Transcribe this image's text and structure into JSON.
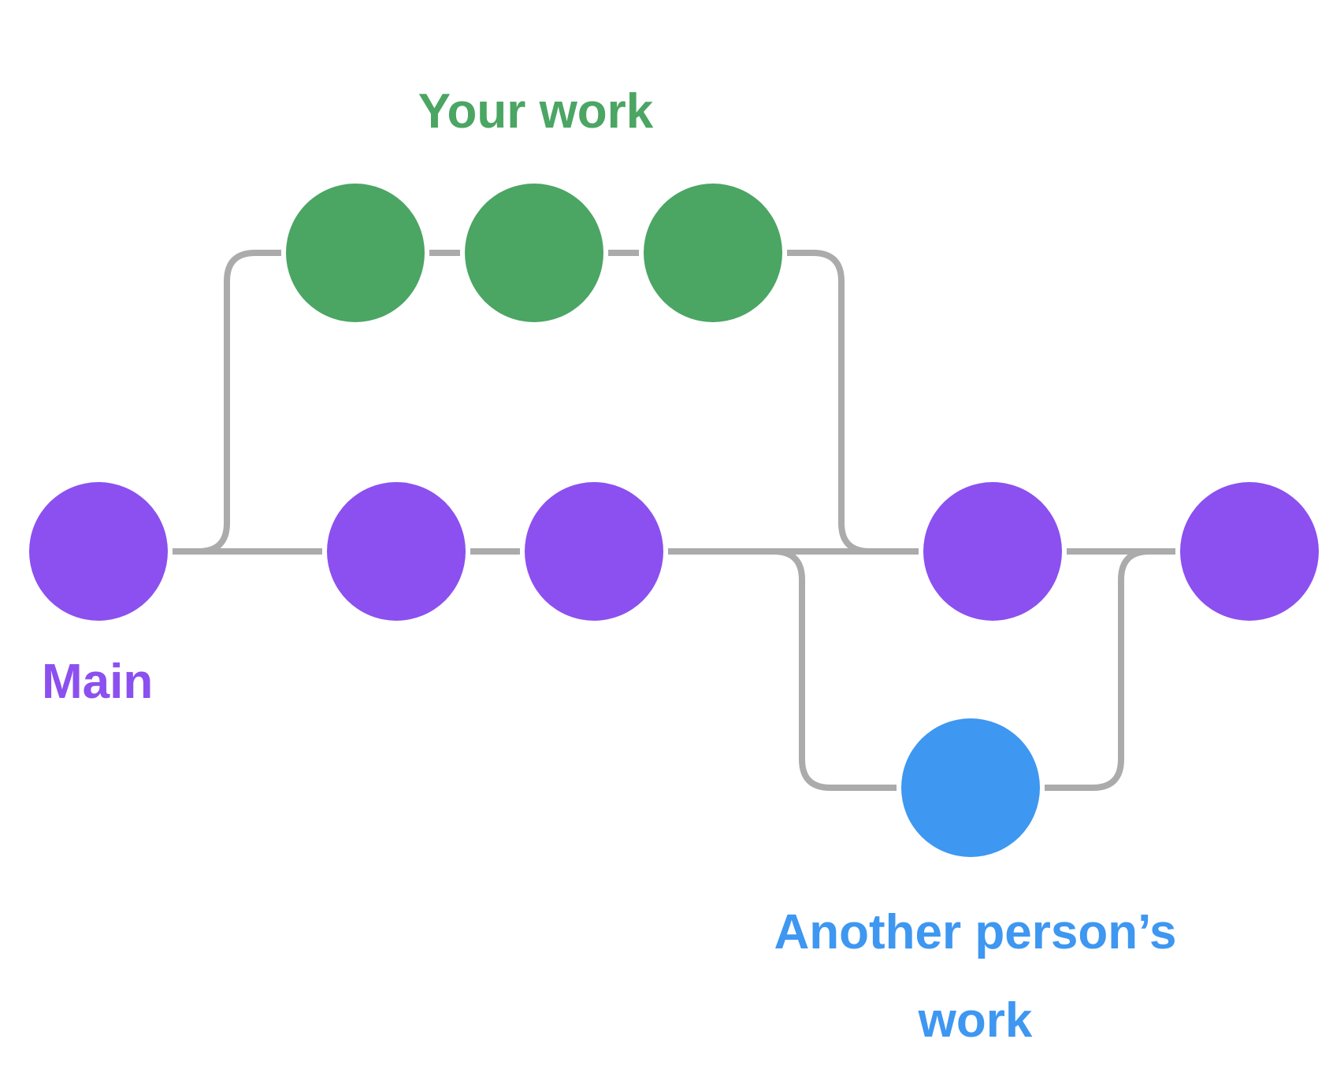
{
  "diagram": {
    "background": "#FFFFFF",
    "connector_color": "#ABABAB",
    "connector_width": "8",
    "branches": [
      {
        "id": "your-work",
        "label": "Your work",
        "color": "#4BA563",
        "commit_count": 3
      },
      {
        "id": "main",
        "label": "Main",
        "color": "#8B50EF",
        "commit_count": 5
      },
      {
        "id": "another-persons-work",
        "label": "Another person’s work",
        "label_lines": [
          "Another person’s",
          "work"
        ],
        "color": "#3E97F1",
        "commit_count": 1
      }
    ]
  }
}
